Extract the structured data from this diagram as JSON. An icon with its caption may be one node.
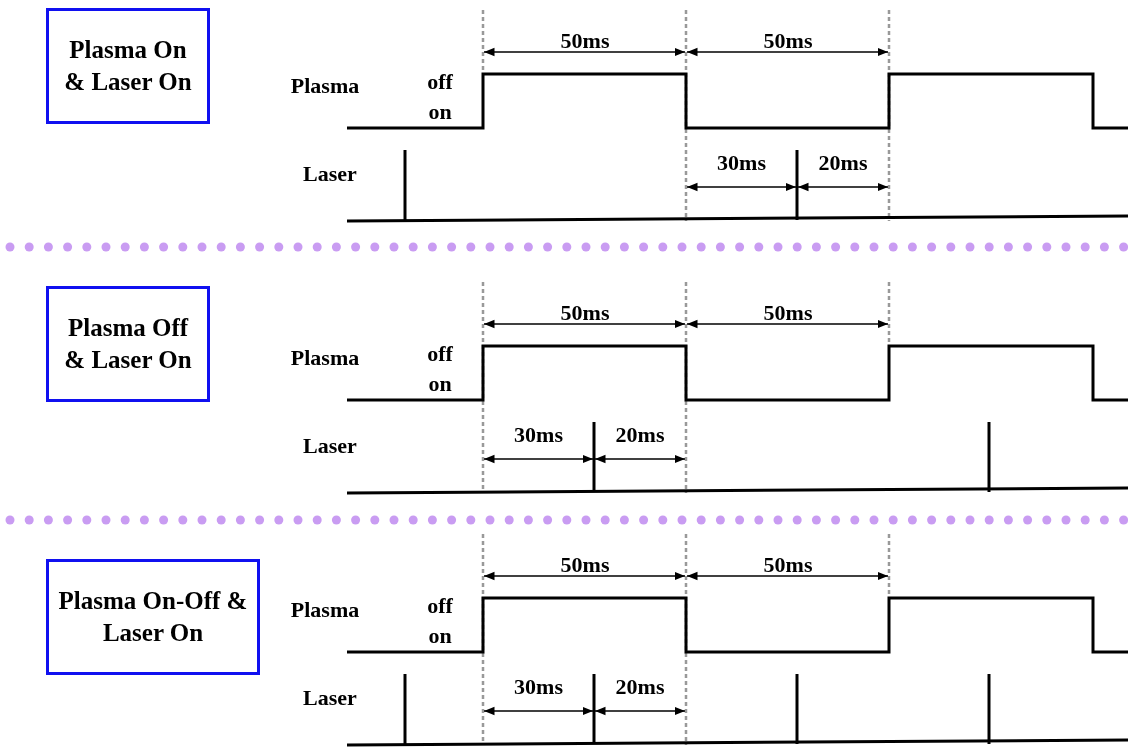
{
  "diagram": {
    "nodes": [
      {
        "text": [
          "Plasma On & Laser On"
        ]
      },
      {
        "text": [
          "Plasma Off & Laser On"
        ]
      },
      {
        "text": [
          "Plasma On-Off & Laser On"
        ]
      }
    ],
    "labels": [
      "50ms",
      "50ms",
      "Plasma",
      "off",
      "on",
      "Laser",
      "30ms",
      "20ms",
      "50ms",
      "50ms",
      "Plasma",
      "off",
      "on",
      "Laser",
      "30ms",
      "20ms",
      "50ms",
      "50ms",
      "Plasma",
      "off",
      "on",
      "Laser",
      "30ms",
      "20ms"
    ]
  }
}
